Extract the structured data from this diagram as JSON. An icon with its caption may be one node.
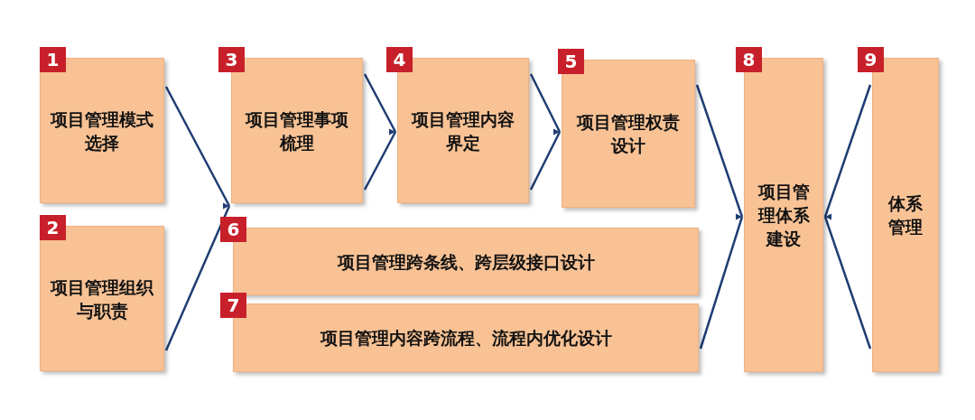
{
  "diagram": {
    "nodes": [
      {
        "text": [
          "1",
          "项目管理模式选择"
        ]
      },
      {
        "text": [
          "2",
          "项目管理组织与职责"
        ]
      },
      {
        "text": [
          "3",
          "项目管理事项梳理"
        ]
      },
      {
        "text": [
          "4",
          "项目管理内容界定"
        ]
      },
      {
        "text": [
          "5",
          "项目管理权责设计"
        ]
      },
      {
        "text": [
          "6",
          "项目管理跨条线、跨层级接口设计"
        ]
      },
      {
        "text": [
          "7",
          "项目管理内容跨流程、流程内优化设计"
        ]
      },
      {
        "text": [
          "8",
          "项目管理体系建设"
        ]
      },
      {
        "text": [
          "9",
          "体系管理"
        ]
      }
    ],
    "edges": [
      {
        "from": 0,
        "to": 2,
        "arrow": "to"
      },
      {
        "from": 1,
        "to": 2,
        "arrow": "to"
      },
      {
        "from": 2,
        "to": 3,
        "arrow": "to"
      },
      {
        "from": 3,
        "to": 4,
        "arrow": "to"
      },
      {
        "from": 4,
        "to": 7,
        "arrow": "to"
      },
      {
        "from": 6,
        "to": 7,
        "arrow": "to"
      },
      {
        "from": 8,
        "to": 7,
        "arrow": "to"
      }
    ]
  }
}
